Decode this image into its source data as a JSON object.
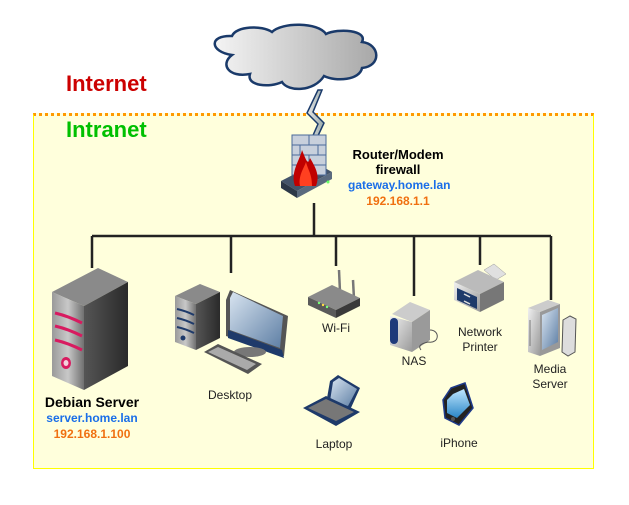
{
  "zones": {
    "internet": {
      "label": "Internet",
      "color": "#cc0000"
    },
    "intranet": {
      "label": "Intranet",
      "color": "#00c000",
      "background": "#ffffdc",
      "border": "#ffff00",
      "boundary_line": "#ff9900"
    }
  },
  "cloud": {
    "icon": "cloud-icon"
  },
  "router": {
    "icon": "firewall-router-icon",
    "title_line1": "Router/Modem",
    "title_line2": "firewall",
    "hostname": "gateway.home.lan",
    "ip": "192.168.1.1"
  },
  "devices": [
    {
      "id": "debian-server",
      "icon": "tower-server-icon",
      "label": "Debian Server",
      "hostname": "server.home.lan",
      "ip": "192.168.1.100"
    },
    {
      "id": "desktop",
      "icon": "desktop-computer-icon",
      "label": "Desktop"
    },
    {
      "id": "wifi",
      "icon": "wifi-router-icon",
      "label": "Wi-Fi"
    },
    {
      "id": "laptop",
      "icon": "laptop-icon",
      "label": "Laptop"
    },
    {
      "id": "nas",
      "icon": "nas-drive-icon",
      "label": "NAS"
    },
    {
      "id": "iphone",
      "icon": "smartphone-icon",
      "label": "iPhone"
    },
    {
      "id": "network-printer",
      "icon": "printer-icon",
      "label_line1": "Network",
      "label_line2": "Printer"
    },
    {
      "id": "media-server",
      "icon": "media-center-icon",
      "label_line1": "Media",
      "label_line2": "Server"
    }
  ],
  "colors": {
    "hostname": "#1a6ee8",
    "ip": "#f07010",
    "connection_line": "#222222"
  }
}
